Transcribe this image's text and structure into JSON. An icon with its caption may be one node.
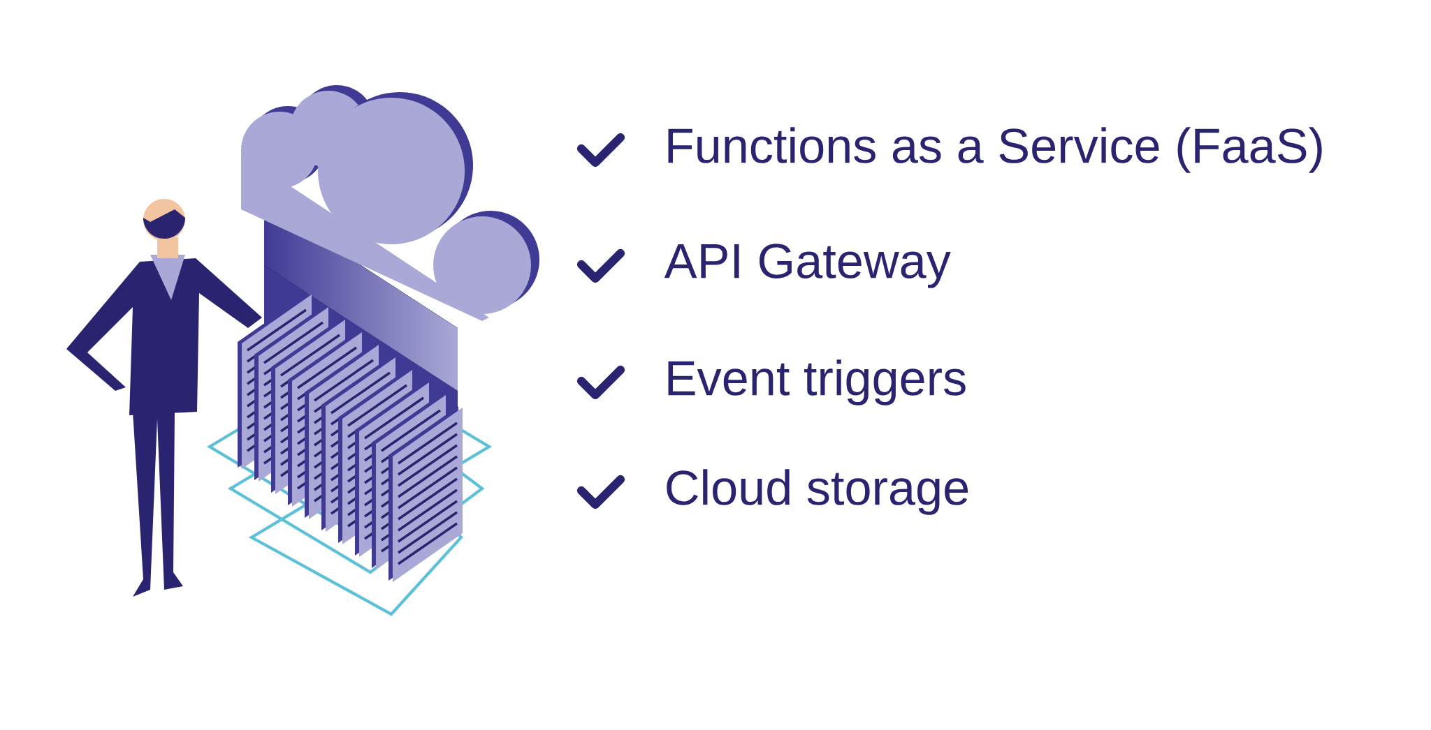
{
  "diagram": {
    "labels": [
      "Functions as a Service (FaaS)",
      "API Gateway",
      "Event triggers",
      "Cloud storage"
    ]
  }
}
